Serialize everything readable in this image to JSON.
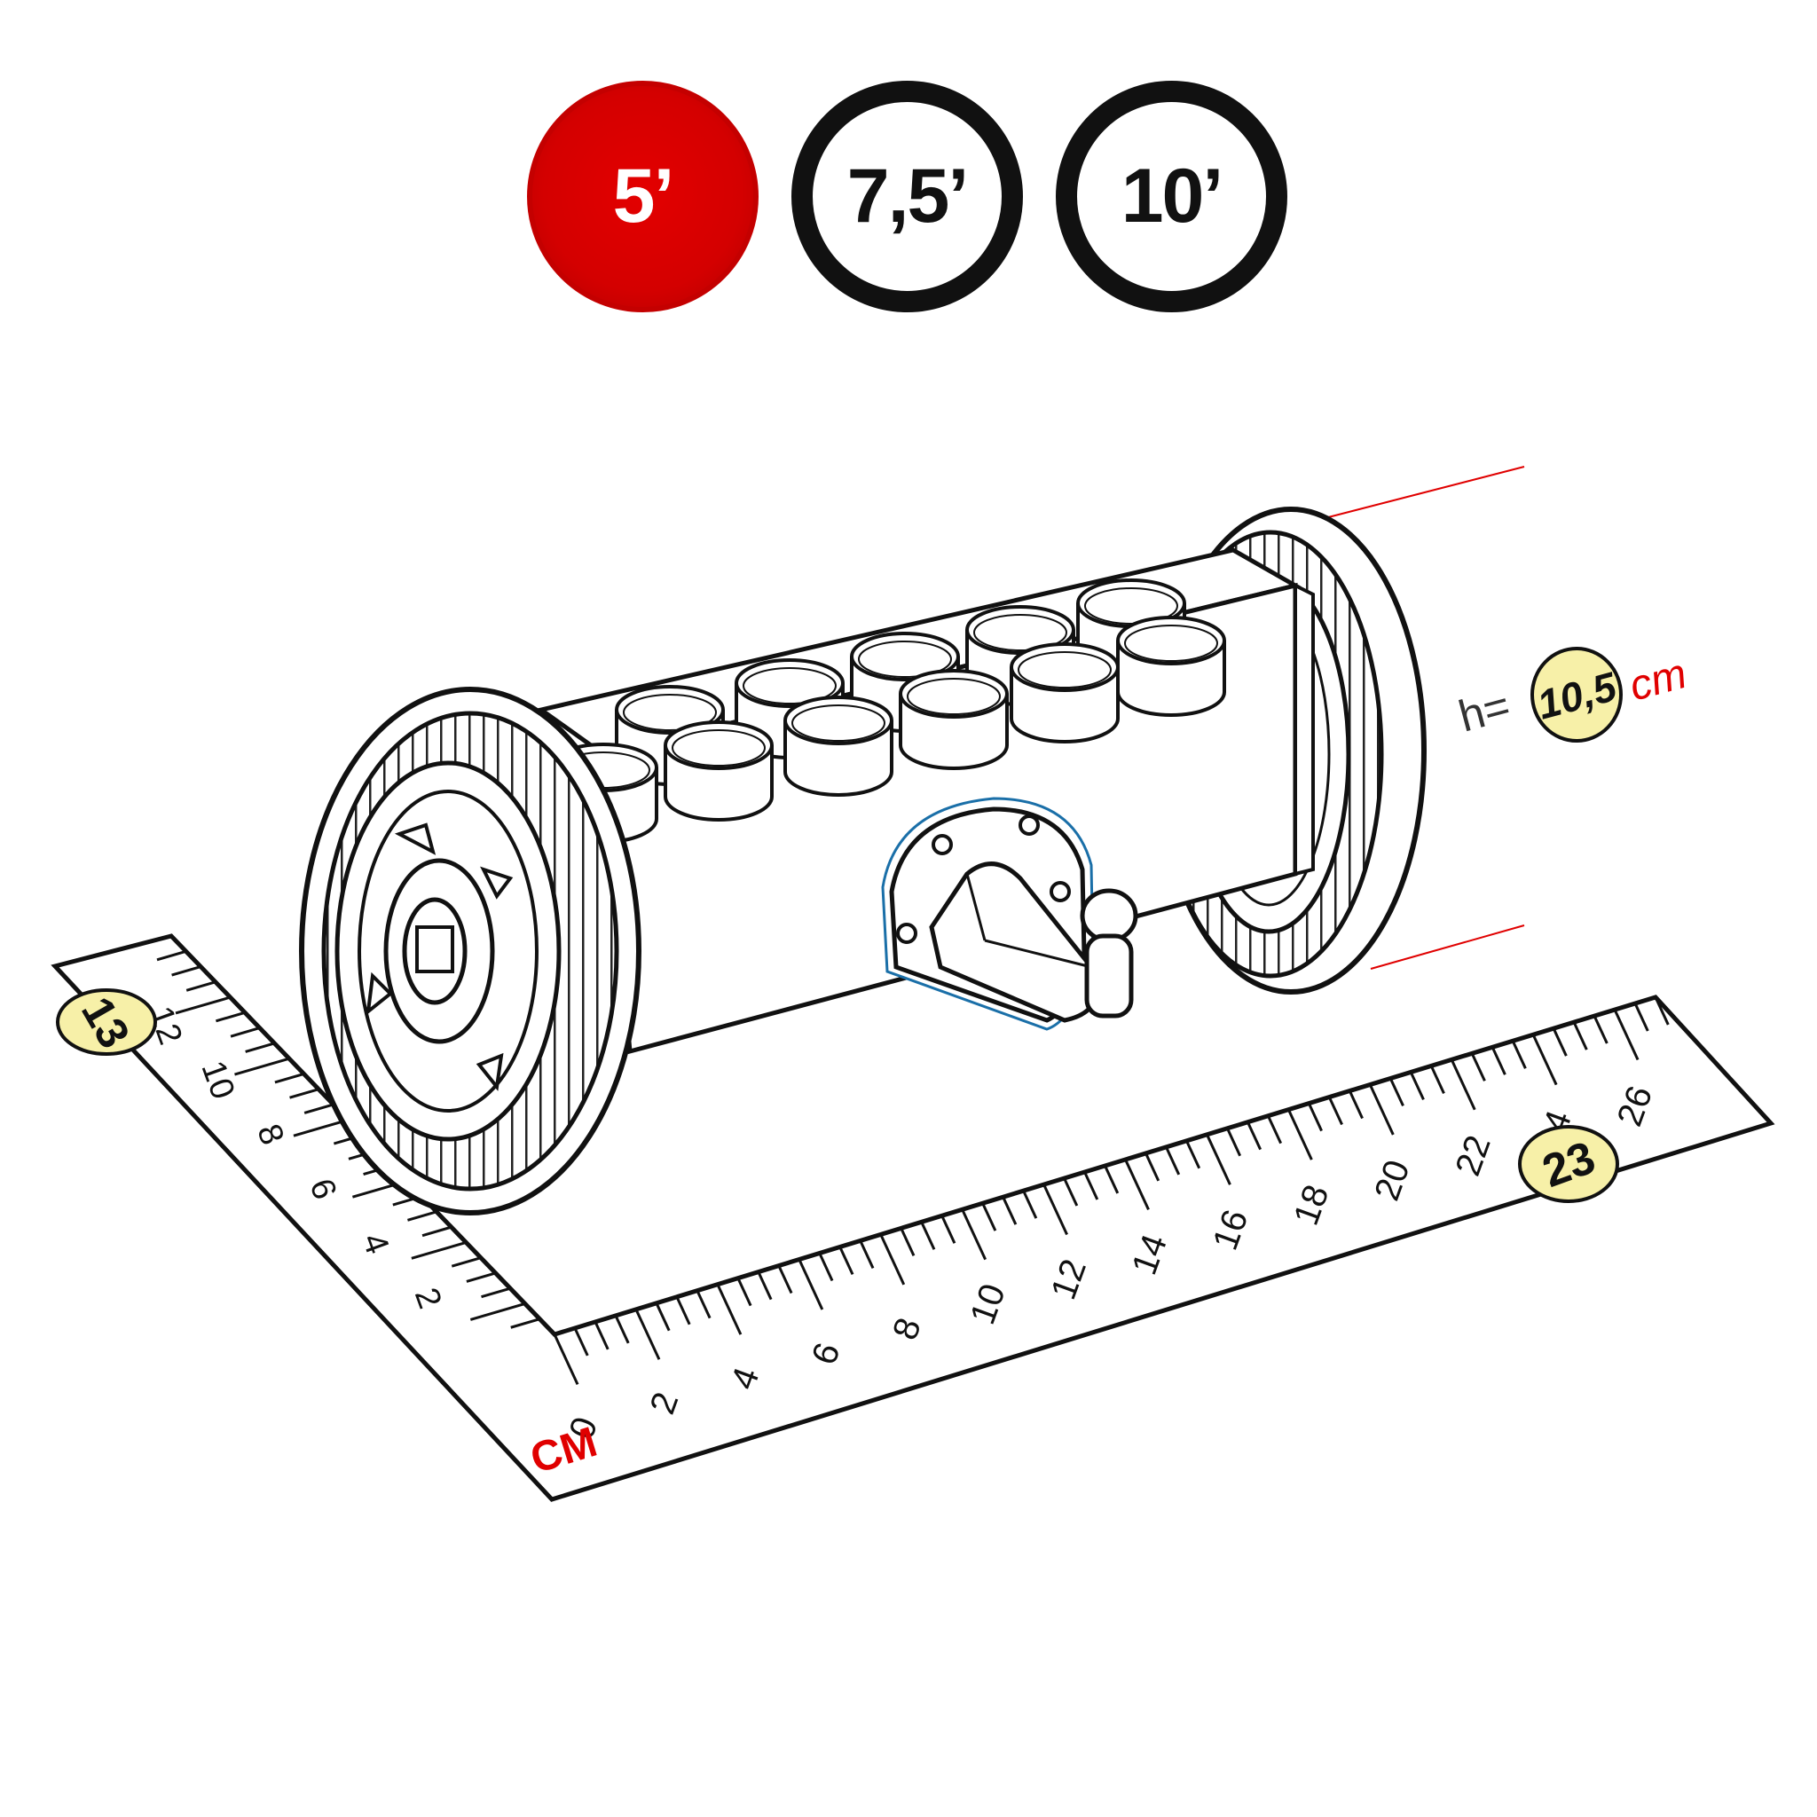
{
  "size_options": [
    {
      "label": "5’",
      "selected": true
    },
    {
      "label": "7,5’",
      "selected": false
    },
    {
      "label": "10’",
      "selected": false
    }
  ],
  "height_annotation": {
    "prefix": "h=",
    "value": "10,5",
    "unit": "cm"
  },
  "ruler": {
    "unit_label": "CM",
    "long_labels": [
      "0",
      "2",
      "4",
      "6",
      "8",
      "10",
      "12",
      "14",
      "16",
      "18",
      "20",
      "22",
      "24",
      "26"
    ],
    "short_labels": [
      "2",
      "4",
      "6",
      "8",
      "10",
      "12"
    ],
    "length_badge": "23",
    "width_badge": "13"
  },
  "colors": {
    "selected": "#d40000",
    "accent": "#e00000",
    "badge_fill": "#f7f0a8",
    "outline": "#111111"
  }
}
